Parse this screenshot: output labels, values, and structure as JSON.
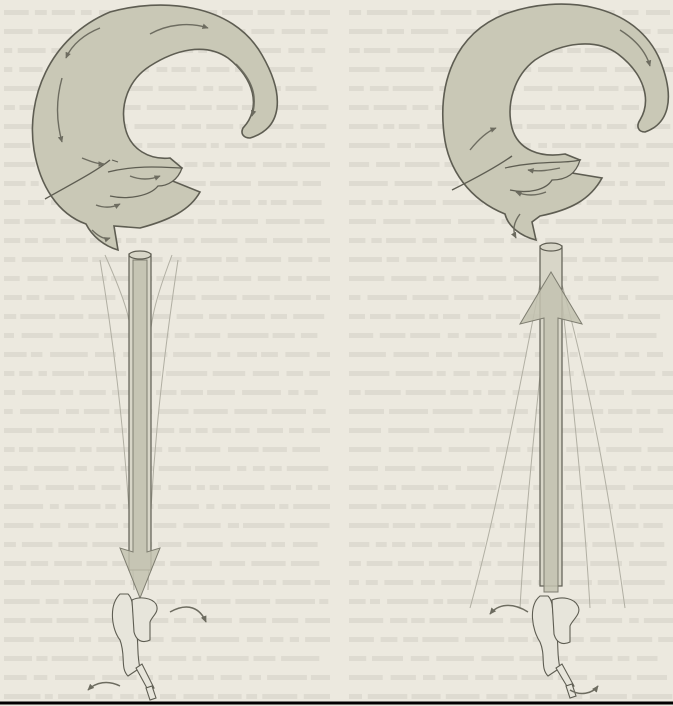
{
  "figure": {
    "panels": [
      {
        "id": "left",
        "arrow_direction": "down"
      },
      {
        "id": "right",
        "arrow_direction": "up"
      }
    ],
    "colors": {
      "background": "#ffffff",
      "paper": "#ece9df",
      "show_through_text": "#d4d0c5",
      "shape_fill": "#c9c8b6",
      "shape_stroke": "#5e5d52",
      "arrow_fill": "#c3c2b0",
      "arrow_stroke": "#7e7d70",
      "fan_stroke": "#b1afa3",
      "bone_fill": "#e7e5db"
    }
  }
}
